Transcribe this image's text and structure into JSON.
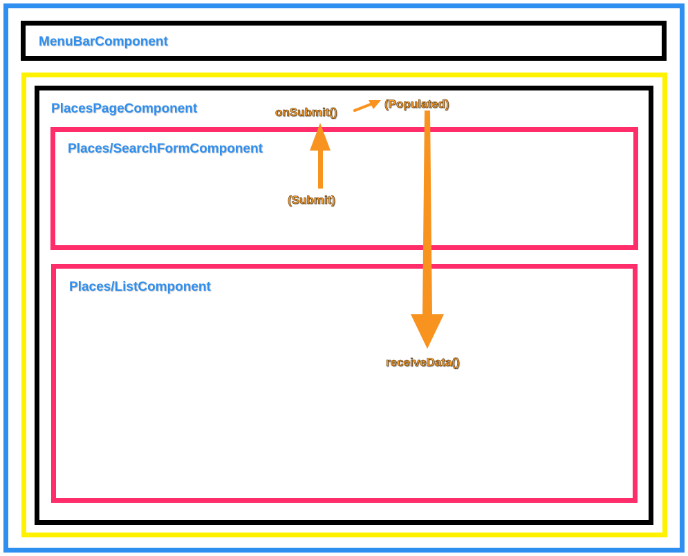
{
  "components": {
    "menubar": "MenuBarComponent",
    "page": "PlacesPageComponent",
    "search_form": "Places/SearchFormComponent",
    "list": "Places/ListComponent"
  },
  "events": {
    "on_submit": "onSubmit()",
    "populated": "(Populated)",
    "submit": "(Submit)",
    "receive_data": "receiveData()"
  },
  "colors": {
    "outer_border": "#2e8ff0",
    "app_border": "#fff200",
    "container_border": "#000000",
    "child_border": "#ff2d6a",
    "label_text": "#2e8ff0",
    "arrow": "#f7931e"
  }
}
